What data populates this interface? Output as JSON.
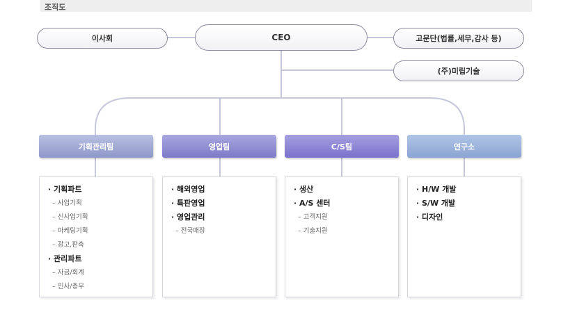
{
  "page_title": "조직도",
  "top": {
    "board": "이사회",
    "ceo": "CEO",
    "advisory": "고문단(법률,세무,감사 등)",
    "company": "(주)미립기술"
  },
  "teams": [
    {
      "label": "기획관리팀",
      "items": [
        {
          "text": "· 기획파트",
          "kind": "main"
        },
        {
          "text": "– 사업기획",
          "kind": "sub"
        },
        {
          "text": "– 신사업기획",
          "kind": "sub"
        },
        {
          "text": "– 마케팅기획",
          "kind": "sub"
        },
        {
          "text": "– 광고,판촉",
          "kind": "sub"
        },
        {
          "text": "· 관리파트",
          "kind": "main"
        },
        {
          "text": "– 자금/회계",
          "kind": "sub"
        },
        {
          "text": "– 인사/총무",
          "kind": "sub"
        }
      ]
    },
    {
      "label": "영업팀",
      "items": [
        {
          "text": "· 해외영업",
          "kind": "main"
        },
        {
          "text": "· 특판영업",
          "kind": "main"
        },
        {
          "text": "· 영업관리",
          "kind": "main"
        },
        {
          "text": "– 전국매장",
          "kind": "sub"
        }
      ]
    },
    {
      "label": "C/S팀",
      "items": [
        {
          "text": "· 생산",
          "kind": "main"
        },
        {
          "text": "· A/S 센터",
          "kind": "main"
        },
        {
          "text": "– 고객지원",
          "kind": "sub"
        },
        {
          "text": "– 기술지원",
          "kind": "sub"
        }
      ]
    },
    {
      "label": "연구소",
      "items": [
        {
          "text": "· H/W 개발",
          "kind": "main"
        },
        {
          "text": "· S/W 개발",
          "kind": "main"
        },
        {
          "text": "· 디자인",
          "kind": "main"
        }
      ]
    }
  ]
}
